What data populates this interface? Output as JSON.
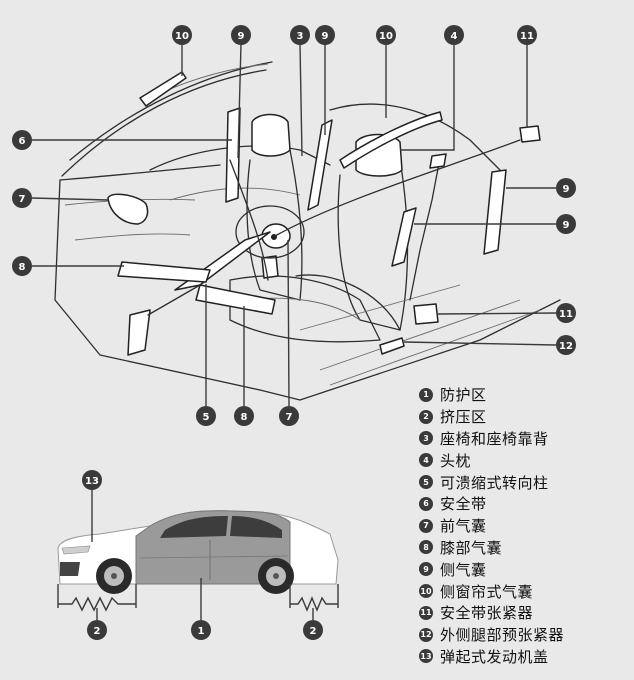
{
  "legend": [
    {
      "num": "1",
      "label": "防护区"
    },
    {
      "num": "2",
      "label": "挤压区"
    },
    {
      "num": "3",
      "label": "座椅和座椅靠背"
    },
    {
      "num": "4",
      "label": "头枕"
    },
    {
      "num": "5",
      "label": "可溃缩式转向柱"
    },
    {
      "num": "6",
      "label": "安全带"
    },
    {
      "num": "7",
      "label": "前气囊"
    },
    {
      "num": "8",
      "label": "膝部气囊"
    },
    {
      "num": "9",
      "label": "侧气囊"
    },
    {
      "num": "10",
      "label": "侧窗帘式气囊"
    },
    {
      "num": "11",
      "label": "安全带张紧器"
    },
    {
      "num": "12",
      "label": "外侧腿部预张紧器"
    },
    {
      "num": "13",
      "label": "弹起式发动机盖"
    }
  ],
  "callouts": {
    "c10a": "10",
    "c9a": "9",
    "c3": "3",
    "c9b": "9",
    "c10b": "10",
    "c4": "4",
    "c11a": "11",
    "c6": "6",
    "c7a": "7",
    "c8a": "8",
    "c9c": "9",
    "c9d": "9",
    "c11b": "11",
    "c12": "12",
    "c5": "5",
    "c8b": "8",
    "c7b": "7",
    "c13": "13",
    "c2a": "2",
    "c1": "1",
    "c2b": "2"
  },
  "colors": {
    "callout_fill": "#3a3a3a",
    "background": "#e9e9e9",
    "car_zone": "#9a9a9a"
  }
}
